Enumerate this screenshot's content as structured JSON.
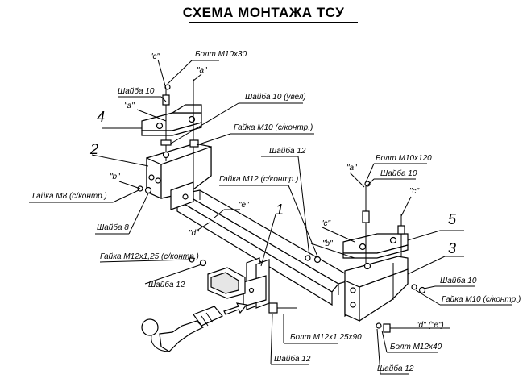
{
  "title": "СХЕМА МОНТАЖА ТСУ",
  "parts": {
    "n1": "1",
    "n2": "2",
    "n3": "3",
    "n4": "4",
    "n5": "5"
  },
  "labels": {
    "bolt_m10x30": "Болт М10х30",
    "c_top_left": "\"с\"",
    "a_top_left": "\"а\"",
    "washer10_left": "Шайба 10",
    "a_left2": "\"а\"",
    "washer10_wide": "Шайба 10 (увел)",
    "nut_m10_left": "Гайка М10 (с/контр.)",
    "b_left": "\"b\"",
    "nut_m8": "Гайка М8 (с/контр.)",
    "washer8": "Шайба 8",
    "washer12_mid": "Шайба 12",
    "nut_m12_mid": "Гайка М12 (с/контр.)",
    "e_mid": "\"е\"",
    "d_mid": "\"d\"",
    "nut_m12x125": "Гайка М12х1,25 (с/контр.)",
    "washer12_left": "Шайба 12",
    "bolt_m10x120": "Болт М10х120",
    "a_right": "\"а\"",
    "washer10_right_top": "Шайба 10",
    "c_right": "\"с\"",
    "c_right2": "\"с\"",
    "b_right": "\"b\"",
    "washer10_right": "Шайба 10",
    "nut_m10_right": "Гайка М10 (с/контр.)",
    "de_right": "\"d\" (\"е\")",
    "bolt_m12x40": "Болт М12х40",
    "washer12_right": "Шайба 12",
    "bolt_m12x125x90": "Болт М12х1,25х90",
    "washer12_bottom": "Шайба 12"
  }
}
